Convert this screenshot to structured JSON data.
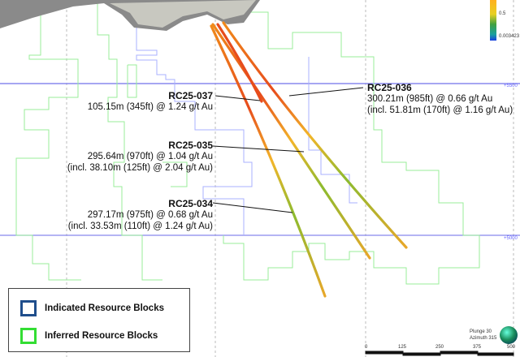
{
  "drillholes": [
    {
      "id": "RC25-037",
      "line1": "105.15m (345ft) @ 1.24 g/t Au",
      "line2": ""
    },
    {
      "id": "RC25-036",
      "line1": "300.21m (985ft) @ 0.66 g/t Au",
      "line2": "(incl. 51.81m (170ft) @ 1.16 g/t Au)"
    },
    {
      "id": "RC25-035",
      "line1": "295.64m (970ft) @ 1.04 g/t Au",
      "line2": "(incl. 38.10m (125ft) @ 2.04 g/t Au)"
    },
    {
      "id": "RC25-034",
      "line1": "297.17m (975ft) @ 0.68 g/t Au",
      "line2": "(incl. 33.53m (110ft) @ 1.24 g/t Au)"
    }
  ],
  "legend": {
    "indicated": {
      "label": "Indicated Resource Blocks",
      "color": "#1f4e8c"
    },
    "inferred": {
      "label": "Inferred Resource Blocks",
      "color": "#33dd33"
    }
  },
  "color_scale": {
    "mid": "0.5",
    "min": "0.003423"
  },
  "elevation_labels": {
    "upper": "+5500",
    "lower": "+5000"
  },
  "view": {
    "plunge": "Plunge 30",
    "azimuth": "Azimuth 315"
  },
  "scale_bar": [
    "0",
    "125",
    "250",
    "375",
    "500"
  ]
}
